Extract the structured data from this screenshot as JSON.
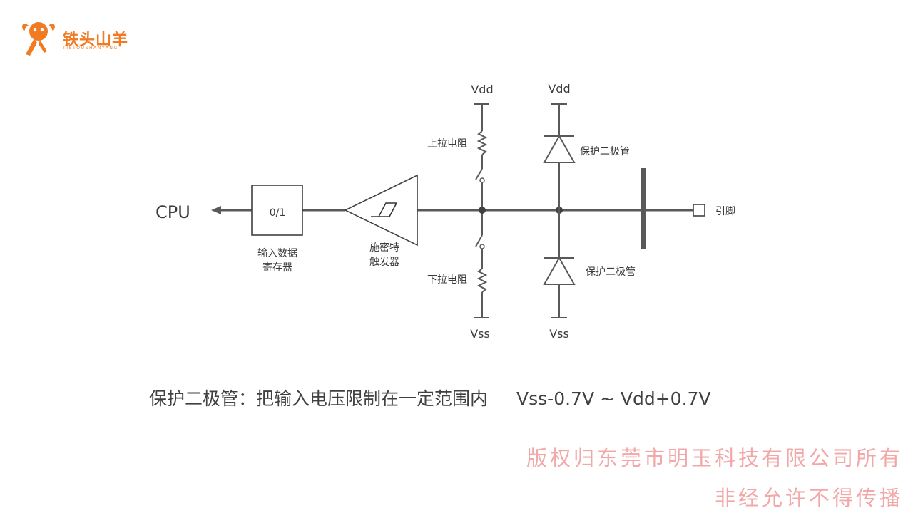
{
  "brand": {
    "name": "铁头山羊",
    "subtitle": "TIETOUSHANYANG",
    "color": "#f07b22"
  },
  "diagram": {
    "cpu": "CPU",
    "register_value": "0/1",
    "register_label": [
      "输入数据",
      "寄存器"
    ],
    "schmitt_label": [
      "施密特",
      "触发器"
    ],
    "vdd_left": "Vdd",
    "vdd_right": "Vdd",
    "vss_left": "Vss",
    "vss_right": "Vss",
    "pullup": "上拉电阻",
    "pulldown": "下拉电阻",
    "diode_top": "保护二极管",
    "diode_bottom": "保护二极管",
    "pin": "引脚",
    "line_color": "#595959"
  },
  "caption": {
    "text": "保护二极管：把输入电压限制在一定范围内",
    "formula": "Vss-0.7V ~ Vdd+0.7V"
  },
  "copyright": {
    "line1": "版权归东莞市明玉科技有限公司所有",
    "line2": "非经允许不得传播",
    "color": "#f2a8a8"
  }
}
